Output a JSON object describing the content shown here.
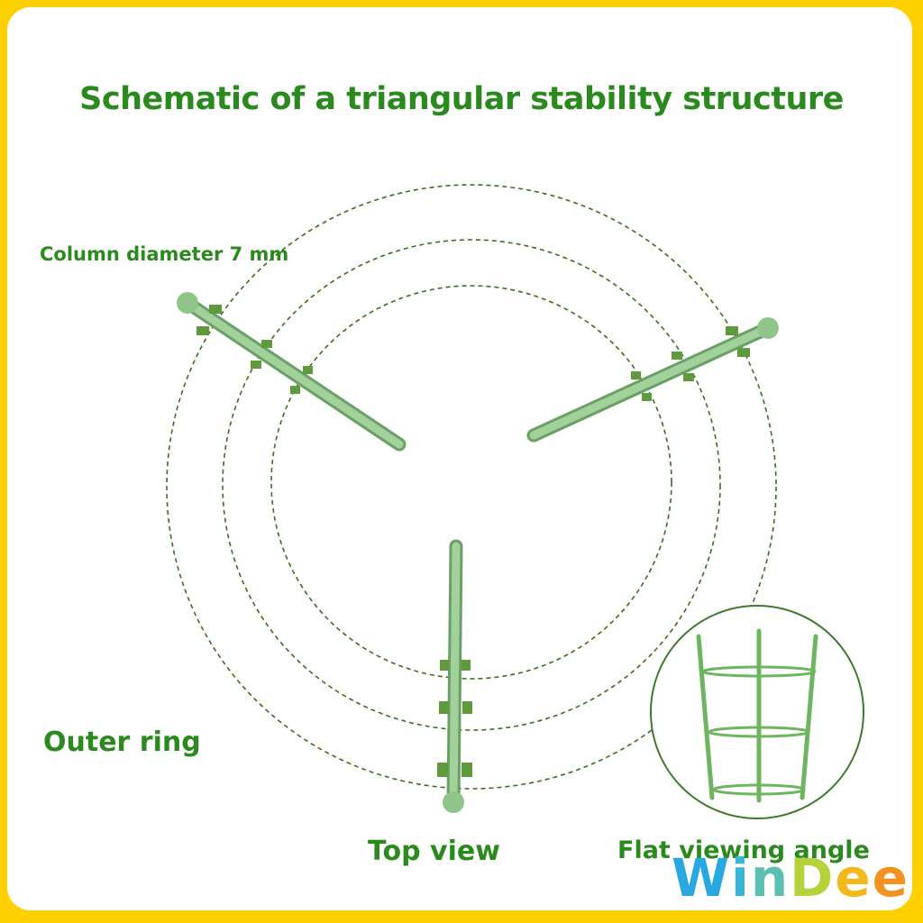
{
  "title": "Schematic of a triangular stability structure",
  "labels": {
    "column_diameter": "Column diameter 7 mm",
    "outer_ring": "Outer ring",
    "top_view": "Top view",
    "flat_view": "Flat viewing angle"
  },
  "logo": {
    "text": "WinDee",
    "colors": [
      "#29a8e0",
      "#4cc0c8",
      "#a6cf3c",
      "#f5c21b",
      "#f39221"
    ]
  },
  "colors": {
    "frame": "#FFD000",
    "text_green": "#2a8a1e",
    "pole": "#8fc48a",
    "ring": "#3c6e1e"
  }
}
